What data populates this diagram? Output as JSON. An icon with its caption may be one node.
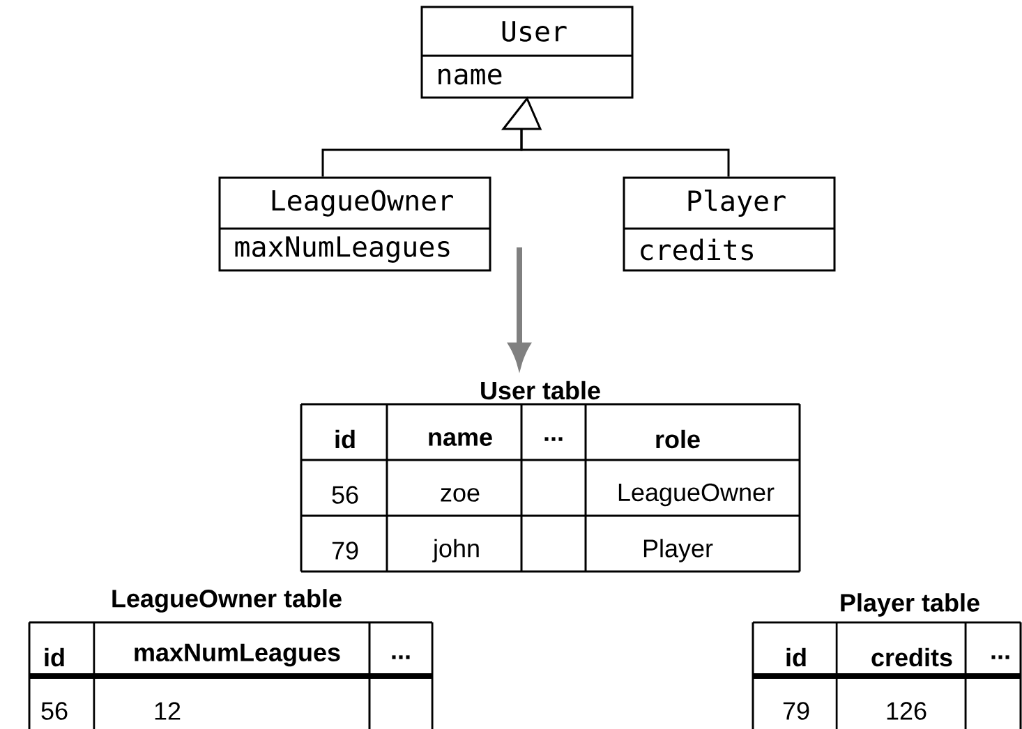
{
  "diagram": {
    "nodes": [
      {
        "text": [
          "User",
          "name"
        ]
      },
      {
        "text": [
          "LeagueOwner",
          "maxNumLeagues"
        ]
      },
      {
        "text": [
          "Player",
          "credits"
        ]
      },
      {
        "text": [
          "User table"
        ]
      },
      {
        "text": [
          "LeagueOwner table"
        ]
      },
      {
        "text": [
          "Player table"
        ]
      }
    ],
    "edges": [
      {
        "from": 1,
        "to": 0,
        "arrow": "to"
      },
      {
        "from": 2,
        "to": 0,
        "arrow": "to"
      },
      {
        "from": null,
        "to": 3,
        "arrow": "to",
        "style": "thick",
        "color": "#808080"
      }
    ],
    "labels": [
      "id",
      "name",
      "...",
      "role",
      "56",
      "zoe",
      "LeagueOwner",
      "79",
      "john",
      "Player",
      "id",
      "maxNumLeagues",
      "...",
      "56",
      "12",
      "id",
      "credits",
      "...",
      "79",
      "126"
    ]
  }
}
